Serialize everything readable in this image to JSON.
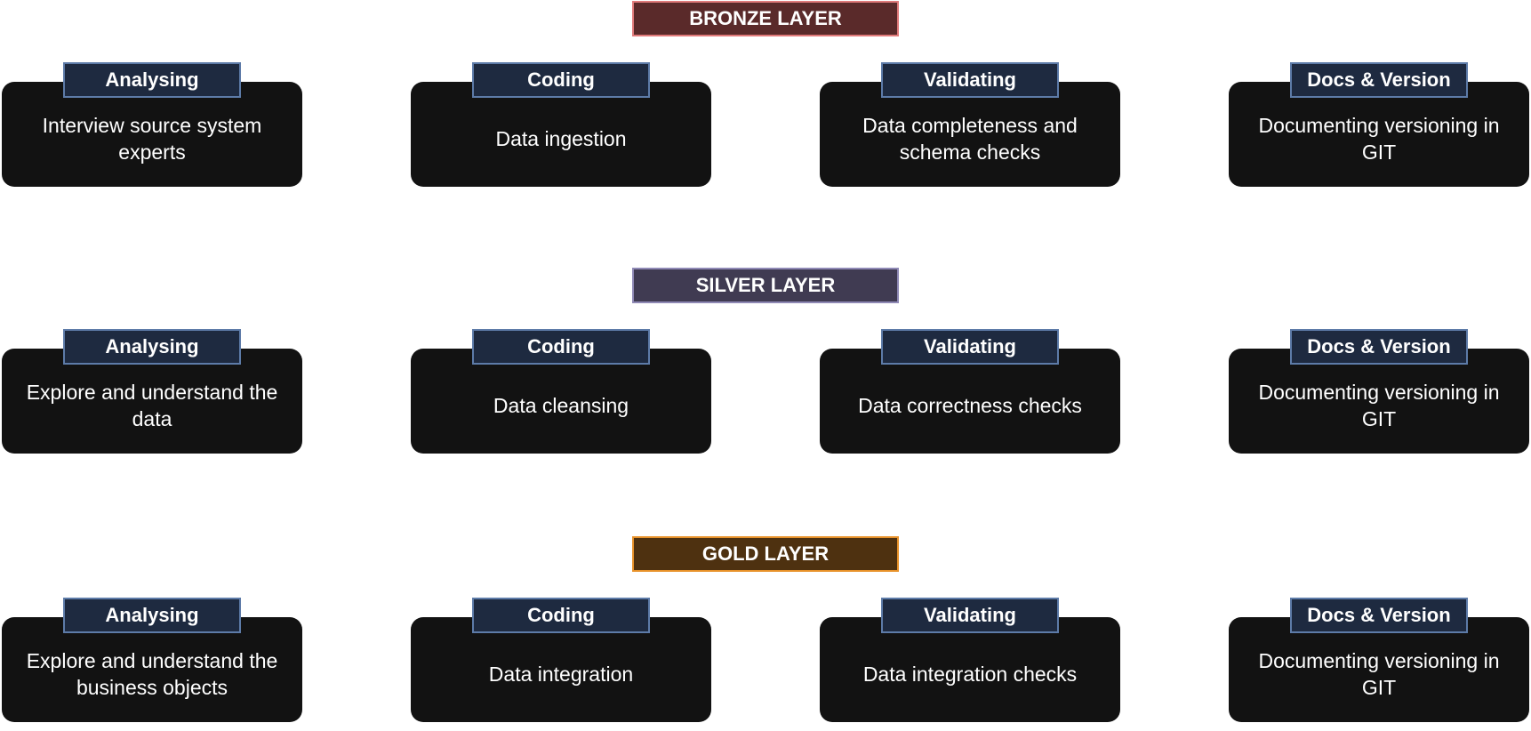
{
  "layers": [
    {
      "id": "bronze",
      "title": "BRONZE LAYER",
      "steps": [
        {
          "tag": "Analysing",
          "text": "Interview source system experts"
        },
        {
          "tag": "Coding",
          "text": "Data ingestion"
        },
        {
          "tag": "Validating",
          "text": "Data completeness and schema checks"
        },
        {
          "tag": "Docs & Version",
          "text": "Documenting versioning in GIT"
        }
      ]
    },
    {
      "id": "silver",
      "title": "SILVER LAYER",
      "steps": [
        {
          "tag": "Analysing",
          "text": "Explore and understand the data"
        },
        {
          "tag": "Coding",
          "text": "Data cleansing"
        },
        {
          "tag": "Validating",
          "text": "Data correctness checks"
        },
        {
          "tag": "Docs & Version",
          "text": "Documenting versioning in GIT"
        }
      ]
    },
    {
      "id": "gold",
      "title": "GOLD LAYER",
      "steps": [
        {
          "tag": "Analysing",
          "text": "Explore and understand the business objects"
        },
        {
          "tag": "Coding",
          "text": "Data integration"
        },
        {
          "tag": "Validating",
          "text": "Data integration checks"
        },
        {
          "tag": "Docs & Version",
          "text": "Documenting versioning in GIT"
        }
      ]
    }
  ],
  "colors": {
    "bronze_fill": "#5a2a2a",
    "bronze_border": "#e07a7a",
    "silver_fill": "#403b52",
    "silver_border": "#8f89b5",
    "gold_fill": "#4e3110",
    "gold_border": "#e8922a",
    "tag_fill": "#1e2a40",
    "tag_border": "#5d7ba8",
    "card_fill": "#121212",
    "text": "#ffffff"
  }
}
